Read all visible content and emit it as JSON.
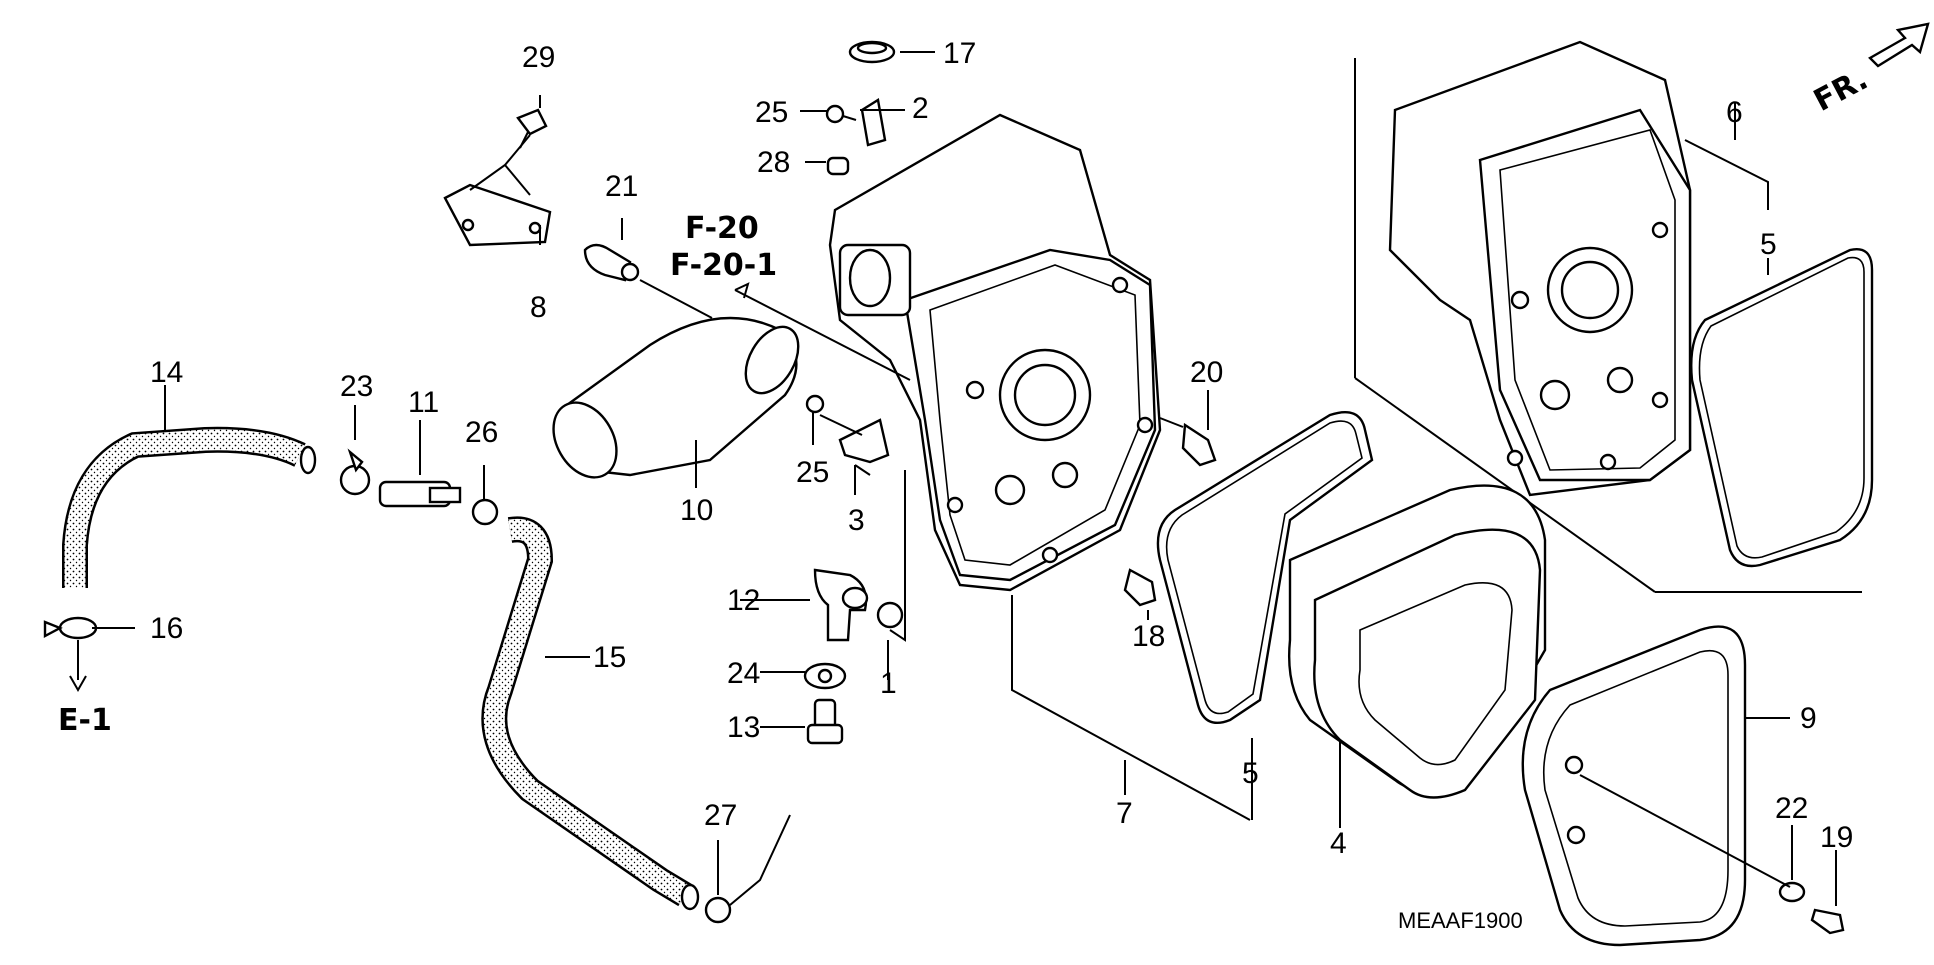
{
  "diagram": {
    "part_numbers": [
      "1",
      "2",
      "3",
      "4",
      "5",
      "5",
      "6",
      "7",
      "8",
      "9",
      "10",
      "11",
      "12",
      "13",
      "14",
      "15",
      "16",
      "17",
      "18",
      "19",
      "20",
      "21",
      "22",
      "23",
      "24",
      "25",
      "25",
      "26",
      "27",
      "28",
      "29"
    ],
    "references": {
      "f20": "F-20",
      "f20_1": "F-20-1",
      "e1": "E-1"
    },
    "front_indicator": "FR.",
    "diagram_code": "MEAAF1900"
  }
}
